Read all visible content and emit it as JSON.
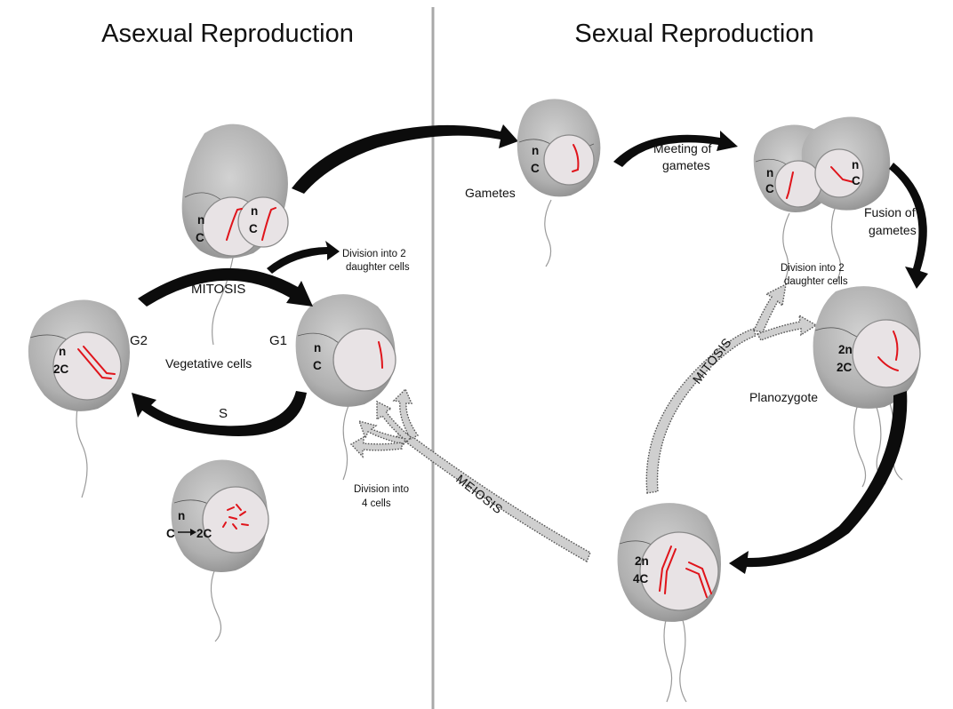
{
  "titles": {
    "left": "Asexual Reproduction",
    "right": "Sexual Reproduction"
  },
  "labels": {
    "mitosis_left": "MITOSIS",
    "g1": "G1",
    "g2": "G2",
    "s_phase": "S",
    "vegetative_cells": "Vegetative cells",
    "division_2_left_line1": "Division into 2",
    "division_2_left_line2": "daughter cells",
    "division_4_line1": "Division into",
    "division_4_line2": "4 cells",
    "meiosis": "MEIOSIS",
    "gametes": "Gametes",
    "meeting_line1": "Meeting of",
    "meeting_line2": "gametes",
    "fusion_line1": "Fusion of",
    "fusion_line2": "gametes",
    "division_2_right_line1": "Division into 2",
    "division_2_right_line2": "daughter cells",
    "mitosis_right": "MITOSIS",
    "planozygote": "Planozygote"
  },
  "ploidy": {
    "daughter_a": [
      "n",
      "C"
    ],
    "daughter_b": [
      "n",
      "C"
    ],
    "g2_cell": [
      "n",
      "2C"
    ],
    "g1_cell": [
      "n",
      "C"
    ],
    "s_cell_n": "n",
    "s_cell_c": "C",
    "s_cell_2c": "2C",
    "gamete": [
      "n",
      "C"
    ],
    "pair_a": [
      "n",
      "C"
    ],
    "pair_b": [
      "n",
      "C"
    ],
    "planozygote": [
      "2n",
      "2C"
    ],
    "meiocyte": [
      "2n",
      "4C"
    ]
  }
}
